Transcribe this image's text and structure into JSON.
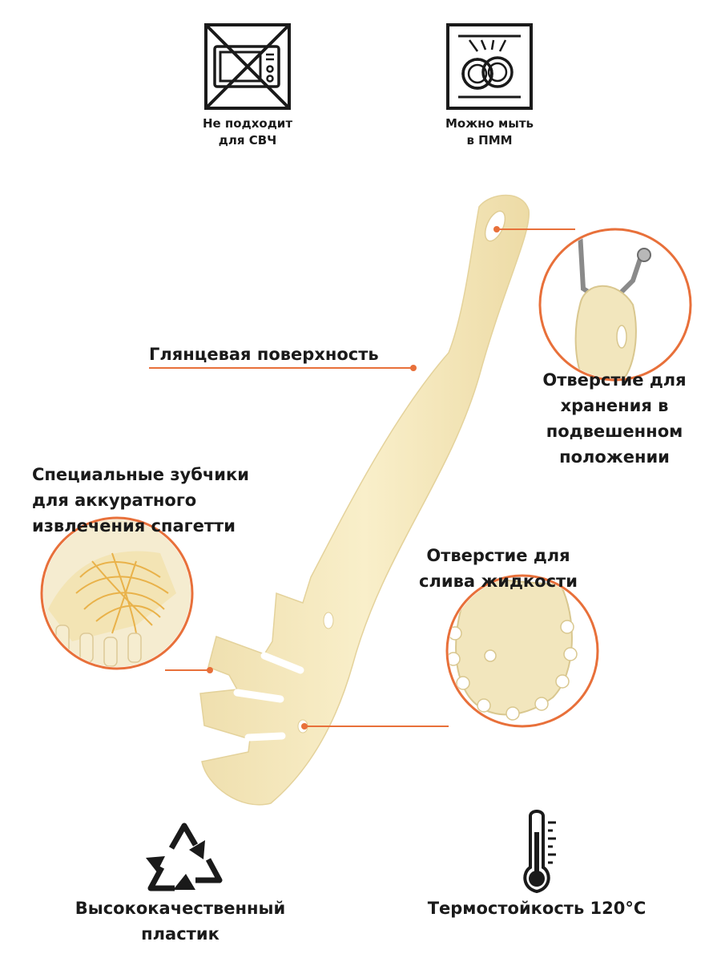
{
  "icons": {
    "microwave": {
      "line1": "Не подходит",
      "line2": "для СВЧ"
    },
    "dishwasher": {
      "line1": "Можно мыть",
      "line2": "в ПММ"
    }
  },
  "callouts": {
    "glossy": "Глянцевая поверхность",
    "teeth": {
      "line1": "Специальные зубчики",
      "line2": "для аккуратного",
      "line3": "извлечения спагетти"
    },
    "hanging": {
      "line1": "Отверстие для",
      "line2": "хранения в",
      "line3": "подвешенном",
      "line4": "положении"
    },
    "drain": {
      "line1": "Отверстие для",
      "line2": "слива жидкости"
    }
  },
  "bottom": {
    "plastic": {
      "line1": "Высококачественный",
      "line2": "пластик"
    },
    "heat": "Термостойкость 120°C"
  },
  "colors": {
    "accent": "#e8703a",
    "product": "#f7ecc4",
    "text": "#1a1a1a"
  }
}
